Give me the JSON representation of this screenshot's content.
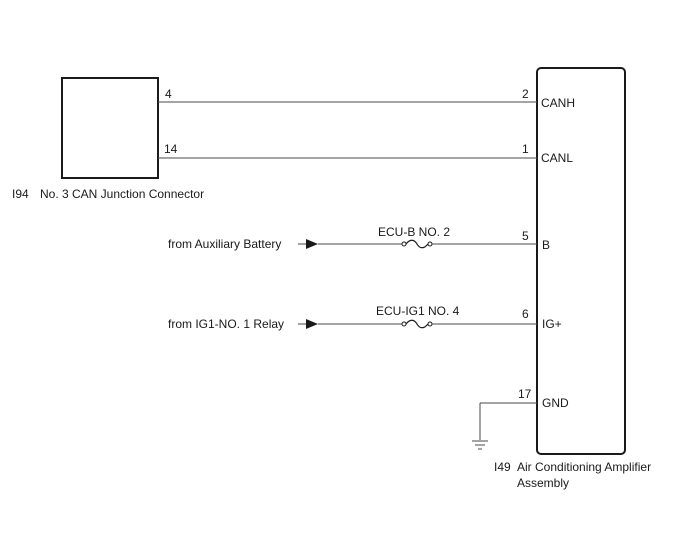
{
  "connector_i94": {
    "code": "I94",
    "name": "No. 3 CAN Junction Connector"
  },
  "component_i49": {
    "code": "I49",
    "name_line1": "Air Conditioning Amplifier",
    "name_line2": "Assembly"
  },
  "wires": {
    "canh": {
      "source_pin": "4",
      "dest_pin": "2",
      "terminal": "CANH"
    },
    "canl": {
      "source_pin": "14",
      "dest_pin": "1",
      "terminal": "CANL"
    },
    "b": {
      "source": "from Auxiliary Battery",
      "fuse": "ECU-B NO. 2",
      "dest_pin": "5",
      "terminal": "B"
    },
    "ig": {
      "source": "from IG1-NO. 1 Relay",
      "fuse": "ECU-IG1 NO. 4",
      "dest_pin": "6",
      "terminal": "IG+"
    },
    "gnd": {
      "dest_pin": "17",
      "terminal": "GND"
    }
  }
}
